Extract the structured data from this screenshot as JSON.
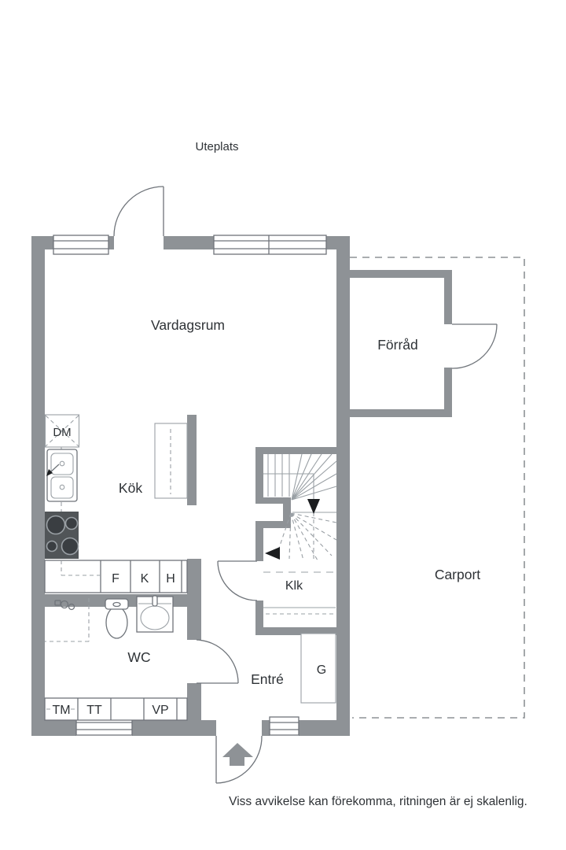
{
  "colors": {
    "wall": "#8e9296",
    "line": "#6f747a",
    "lightline": "#9aa0a5",
    "text": "#2e3236",
    "dark": "#515558"
  },
  "labels": {
    "uteplats": "Uteplats",
    "vardagsrum": "Vardagsrum",
    "forrad": "Förråd",
    "kok": "Kök",
    "carport": "Carport",
    "klk": "Klk",
    "wc": "WC",
    "entre": "Entré",
    "g": "G",
    "dm": "DM",
    "f": "F",
    "k": "K",
    "h": "H",
    "tm": "TM",
    "tt": "TT",
    "vp": "VP"
  },
  "footer": {
    "disclaimer": "Viss avvikelse kan förekomma, ritningen är ej skalenlig."
  }
}
